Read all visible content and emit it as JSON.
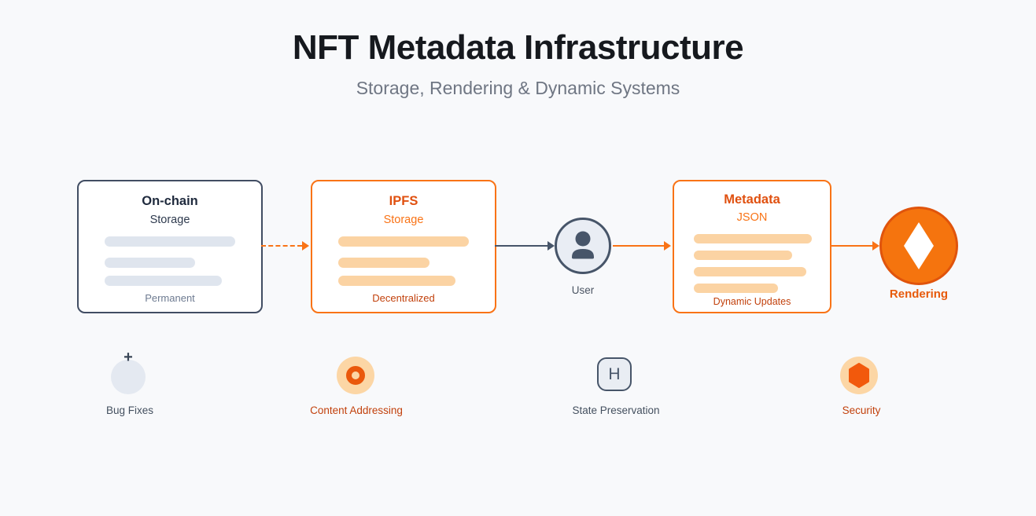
{
  "header": {
    "title": "NFT Metadata Infrastructure",
    "subtitle": "Storage, Rendering & Dynamic Systems"
  },
  "flow": {
    "nodes": [
      {
        "id": "on-chain-storage",
        "title": "On-chain",
        "subtitle": "Storage",
        "footer": "Permanent",
        "theme": "navy"
      },
      {
        "id": "ipfs-storage",
        "title": "IPFS",
        "subtitle": "Storage",
        "footer": "Decentralized",
        "theme": "orange"
      },
      {
        "id": "user",
        "label": "User",
        "icon": "person-icon"
      },
      {
        "id": "metadata-json",
        "title": "Metadata",
        "subtitle": "JSON",
        "footer": "Dynamic Updates",
        "theme": "orange"
      },
      {
        "id": "rendering",
        "label": "Rendering",
        "icon": "diamond-icon"
      }
    ],
    "edges": [
      {
        "from": "on-chain-storage",
        "to": "ipfs-storage",
        "style": "dashed",
        "color": "#f97316"
      },
      {
        "from": "ipfs-storage",
        "to": "user",
        "style": "solid",
        "color": "#475569"
      },
      {
        "from": "user",
        "to": "metadata-json",
        "style": "solid",
        "color": "#f97316"
      },
      {
        "from": "metadata-json",
        "to": "rendering",
        "style": "solid",
        "color": "#f97316"
      }
    ]
  },
  "features": [
    {
      "label": "Bug Fixes",
      "icon": "plus-circle-icon",
      "glyph": "+",
      "theme": "gray"
    },
    {
      "label": "Content Addressing",
      "icon": "ring-circle-icon",
      "theme": "orange"
    },
    {
      "label": "State Preservation",
      "icon": "h-square-icon",
      "glyph": "H",
      "theme": "gray"
    },
    {
      "label": "Security",
      "icon": "hexagon-shield-icon",
      "theme": "orange"
    }
  ],
  "colors": {
    "accent": "#f97316",
    "accent_dark": "#ea580c",
    "accent_text": "#c2410c",
    "navy": "#475569",
    "bar_gray": "#dfe5ee",
    "bar_orange": "#fbd3a3",
    "background": "#f8f9fb"
  }
}
